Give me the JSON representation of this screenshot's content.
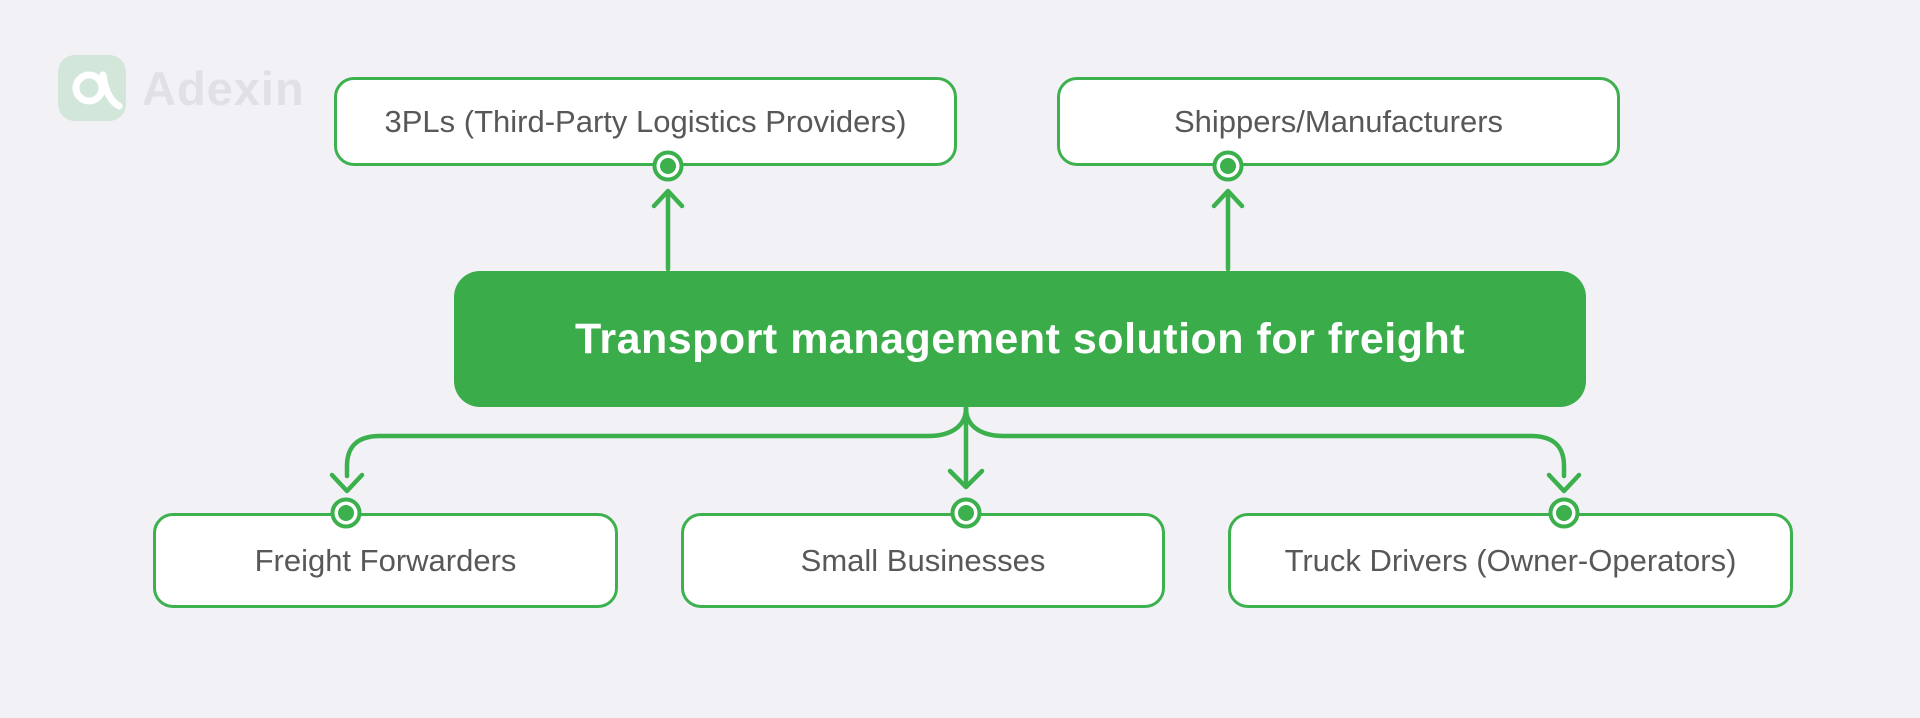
{
  "colors": {
    "background": "#f1f1f6",
    "green": "#3bb04c",
    "green-fill": "#3aad4a",
    "node-border": "#3cb14e",
    "node-text": "#58585b",
    "title-text": "#ffffff",
    "watermark-text": "#e0e0e5"
  },
  "brand": {
    "name": "Adexin",
    "logo_icon": "adexin-a-icon"
  },
  "diagram": {
    "center_node": {
      "label": "Transport management solution for freight"
    },
    "top_nodes": [
      {
        "label": "3PLs (Third-Party Logistics Providers)"
      },
      {
        "label": "Shippers/Manufacturers"
      }
    ],
    "bottom_nodes": [
      {
        "label": "Freight Forwarders"
      },
      {
        "label": "Small Businesses"
      },
      {
        "label": "Truck Drivers (Owner-Operators)"
      }
    ]
  }
}
